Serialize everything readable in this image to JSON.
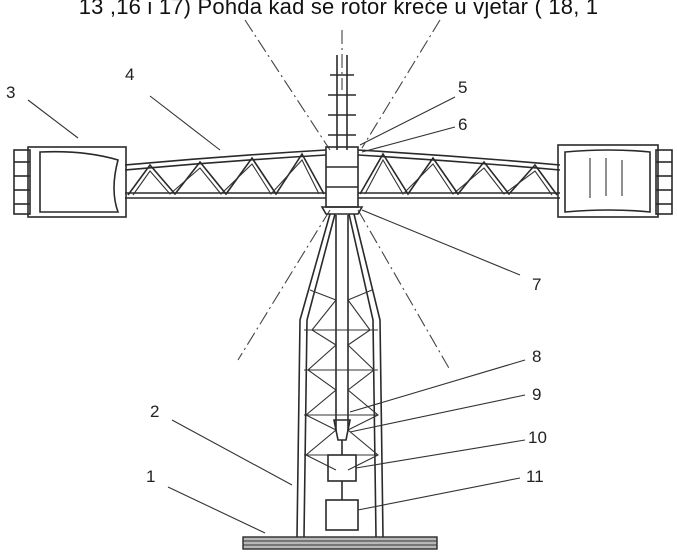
{
  "caption": "13 ,16 i 17) Pohda kad se rotor kreće u vjetar ( 18, 1",
  "labels": [
    "1",
    "2",
    "3",
    "4",
    "5",
    "6",
    "7",
    "8",
    "9",
    "10",
    "11"
  ]
}
